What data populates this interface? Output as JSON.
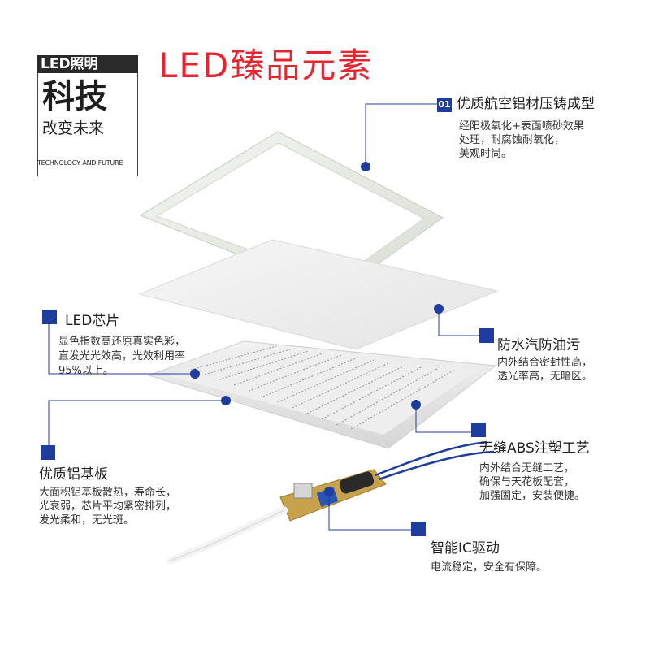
{
  "logo": {
    "brand": "LED照明",
    "main": "科技",
    "sub": "改变未来",
    "english": "TECHNOLOGY AND FUTURE"
  },
  "title": "LED臻品元素",
  "features": [
    {
      "number": "01",
      "title": "优质航空铝材压铸成型",
      "lines": [
        "经阳极氧化+表面喷砂效果",
        "处理，耐腐蚀耐氧化，",
        "美观时尚。"
      ]
    },
    {
      "title": "LED芯片",
      "lines": [
        "显色指数高还原真实色彩，",
        "直发光光效高，光效利用率",
        "95%以上。"
      ]
    },
    {
      "title": "防水汽防油污",
      "lines": [
        "内外结合密封性高，",
        "透光率高，无暗区。"
      ]
    },
    {
      "title": "优质铝基板",
      "lines": [
        "大面积铝基板散热，寿命长，",
        "光衰弱，芯片平均紧密排列，",
        "发光柔和，无光斑。"
      ]
    },
    {
      "title": "无缝ABS注塑工艺",
      "lines": [
        "内外结合无缝工艺，",
        "确保与天花板配套，",
        "加强固定，安装便捷。"
      ]
    },
    {
      "title": "智能IC驱动",
      "lines": [
        "电流稳定，安全有保障。"
      ]
    }
  ],
  "colors": {
    "accent": "#1f3d9e",
    "title": "#e8242f"
  }
}
